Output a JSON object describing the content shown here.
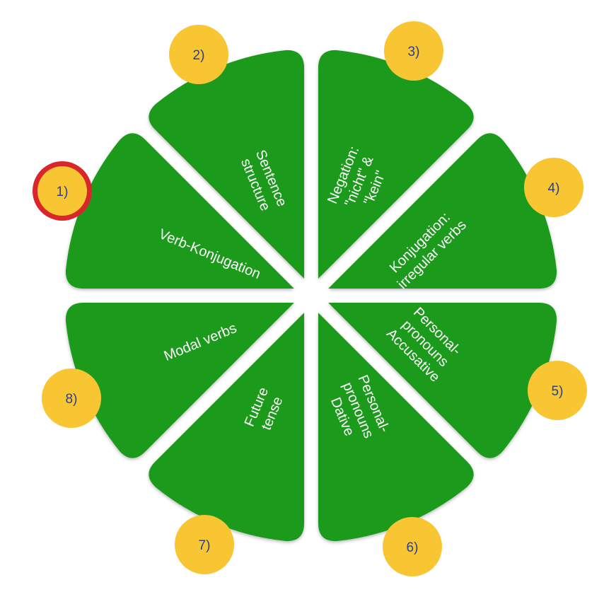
{
  "colors": {
    "sector_fill": "#1a9a1e",
    "label_text": "#ffffff",
    "badge_fill": "#f8c533",
    "badge_text": "#2a3f8f",
    "active_ring": "#d8262b"
  },
  "segments": [
    {
      "number": "1)",
      "lines": [
        "Verb-Konjugation"
      ],
      "active": true
    },
    {
      "number": "2)",
      "lines": [
        "Sentence",
        "structure"
      ],
      "active": false
    },
    {
      "number": "3)",
      "lines": [
        "Negation:",
        "\"nicht\" &",
        "\"kein\""
      ],
      "active": false
    },
    {
      "number": "4)",
      "lines": [
        "Konjugation:",
        "irregular verbs"
      ],
      "active": false
    },
    {
      "number": "5)",
      "lines": [
        "Personal-",
        "pronouns",
        "Accusative"
      ],
      "active": false
    },
    {
      "number": "6)",
      "lines": [
        "Personal-",
        "pronouns",
        "Dative"
      ],
      "active": false
    },
    {
      "number": "7)",
      "lines": [
        "Future",
        "tense"
      ],
      "active": false
    },
    {
      "number": "8)",
      "lines": [
        "Modal verbs"
      ],
      "active": false
    }
  ]
}
